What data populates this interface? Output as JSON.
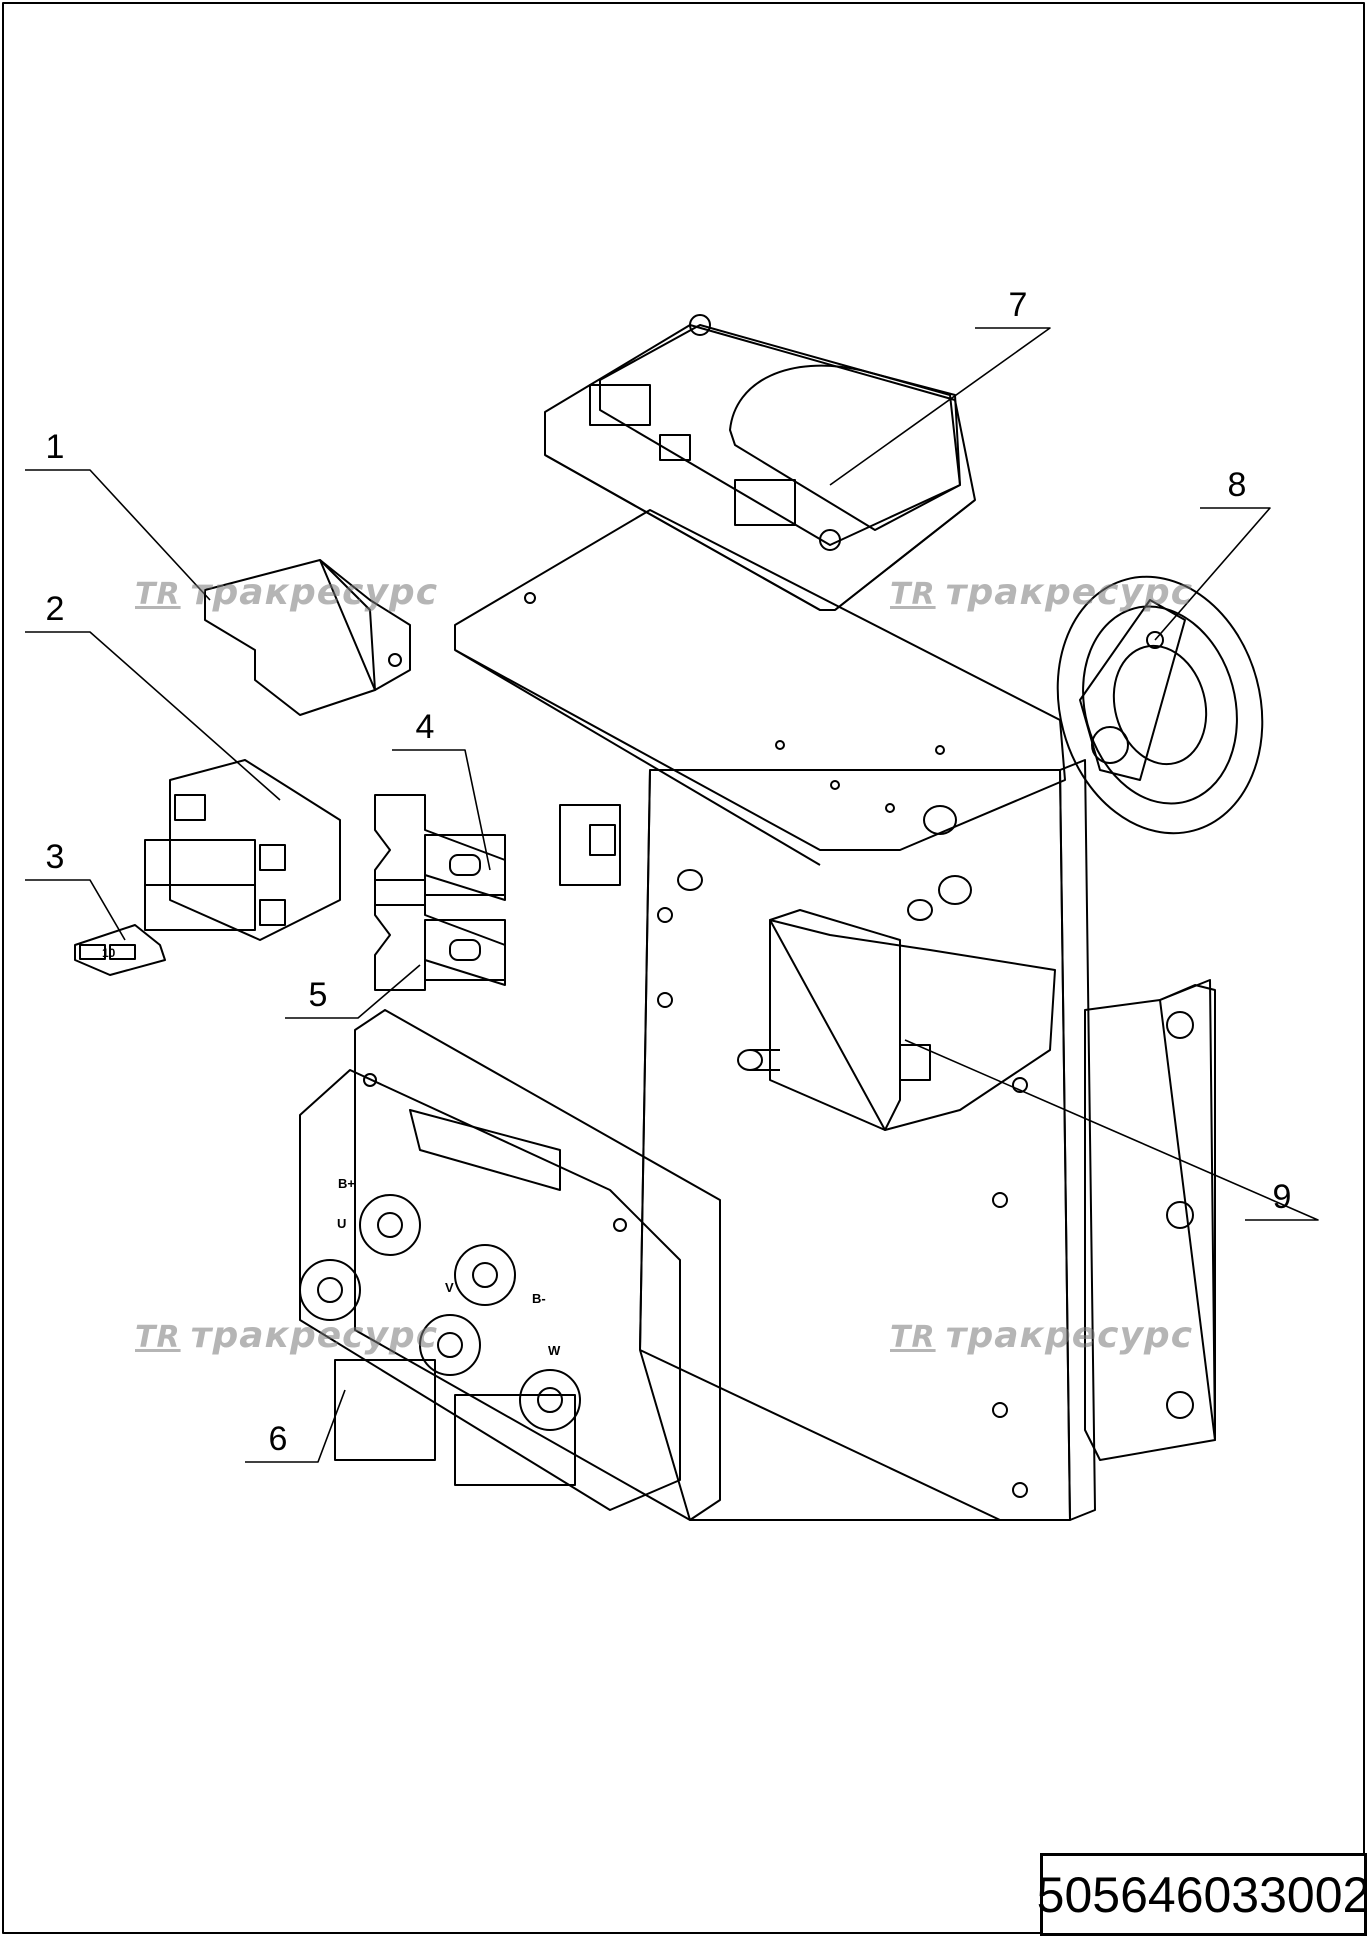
{
  "callouts": [
    "1",
    "2",
    "3",
    "4",
    "5",
    "6",
    "7",
    "8",
    "9"
  ],
  "watermark": {
    "logo": "TR",
    "text": "тракресурс"
  },
  "terminal_labels": {
    "bplus": "B+",
    "u": "U",
    "v": "V",
    "bminus": "B-",
    "w": "W"
  },
  "fuse_label": "10",
  "document_number": "505646033002"
}
